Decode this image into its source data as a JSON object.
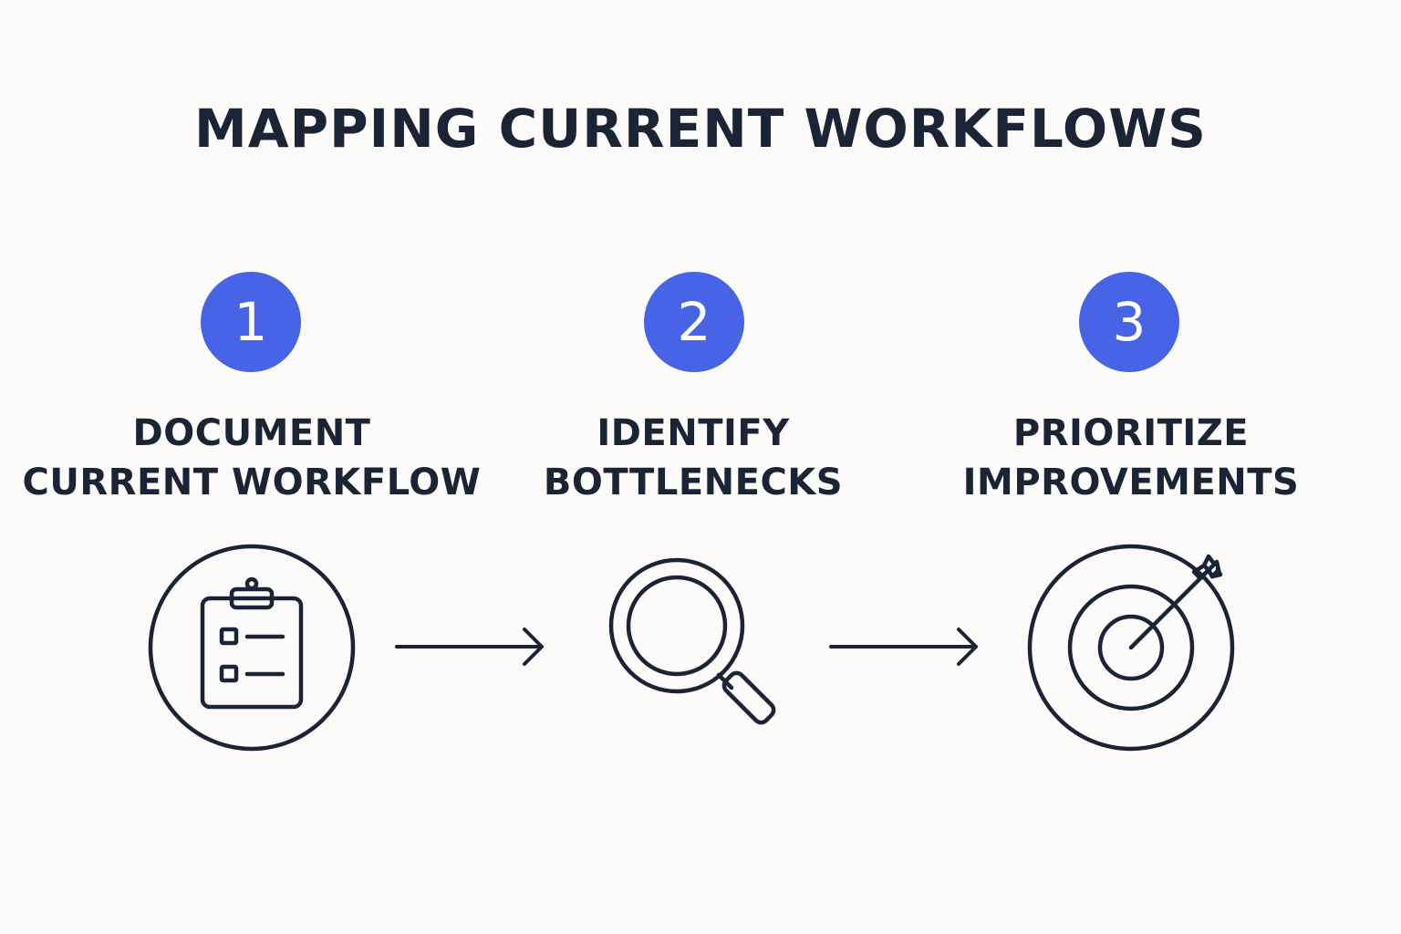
{
  "title": "MAPPING CURRENT WORKFLOWS",
  "colors": {
    "background": "#fcfbf9",
    "text": "#1b2434",
    "badge": "#4764e6",
    "stroke": "#1b2434"
  },
  "steps": [
    {
      "number": "1",
      "label_lines": [
        "DOCUMENT",
        "CURRENT WORKFLOW"
      ],
      "icon": "clipboard-checklist-icon"
    },
    {
      "number": "2",
      "label_lines": [
        "IDENTIFY",
        "BOTTLENECKS"
      ],
      "icon": "magnifying-glass-icon"
    },
    {
      "number": "3",
      "label_lines": [
        "PRIORITIZE",
        "IMPROVEMENTS"
      ],
      "icon": "target-arrow-icon"
    }
  ],
  "connectors": [
    "arrow-right-icon",
    "arrow-right-icon"
  ]
}
